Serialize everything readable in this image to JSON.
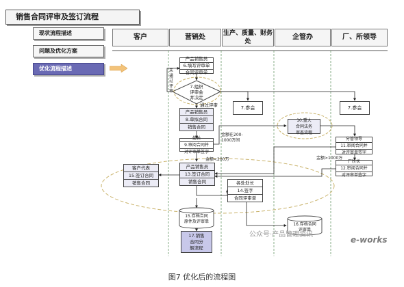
{
  "sidebar": {
    "title": "销售合同评审及签订流程",
    "items": [
      {
        "label": "现状流程描述"
      },
      {
        "label": "问题及优化方案"
      },
      {
        "label": "优化流程描述"
      }
    ]
  },
  "lanes": [
    {
      "label": "客户"
    },
    {
      "label": "营销处"
    },
    {
      "label": "生产、质量、财务处"
    },
    {
      "label": "企管办"
    },
    {
      "label": "厂、所领导"
    }
  ],
  "nodes": {
    "n6": {
      "l1": "产品销售员",
      "l2": "6.填写评审单",
      "l3": "合同评审单"
    },
    "n7": {
      "l1": "7.组织",
      "l2": "评审会",
      "l3": "并决定"
    },
    "n7b": {
      "label": "7.参会"
    },
    "n7c": {
      "label": "7.参会"
    },
    "n8": {
      "l1": "产品销售员",
      "l2": "8.草拟合同",
      "l3": "销售合同"
    },
    "n9": {
      "l1": "处长",
      "l2": "9.审阅合同并",
      "l3": "对评审单签字"
    },
    "n10": {
      "l1": "10.重大",
      "l2": "合同法务",
      "l3": "审查流程"
    },
    "n11": {
      "l1": "分管领导",
      "l2": "11.审阅合同并",
      "l3": "对评审单签字"
    },
    "n12": {
      "l1": "厂所长",
      "l2": "12.审阅合同并",
      "l3": "对评审单签字"
    },
    "n13": {
      "l1": "产品销售员",
      "l2": "13.签订合同",
      "l3": "销售合同"
    },
    "n14": {
      "l1": "各处处长",
      "l2": "14.签字",
      "l3": "合同评审单"
    },
    "n15": {
      "l1": "客户代表",
      "l2": "15.签订合同",
      "l3": "销售合同"
    },
    "n16": {
      "l1": "16.存档合同",
      "l2": "评审单"
    },
    "n15b": {
      "l1": "15.存档合同",
      "l2": "原件及评审单"
    },
    "n17": {
      "l1": "17.销售",
      "l2": "合同分",
      "l3": "解流程"
    }
  },
  "edge_labels": {
    "not_pass": "未\n通\n过\n评\n审",
    "pass": "通过评审",
    "amount_mid": "金额在200-\n1000万间",
    "amount_low": "金额<200万",
    "amount_high": "金额>1000万"
  },
  "watermark": "公众号·产品管理资讯",
  "brand": "e-works",
  "caption": "图7 优化后的流程图"
}
